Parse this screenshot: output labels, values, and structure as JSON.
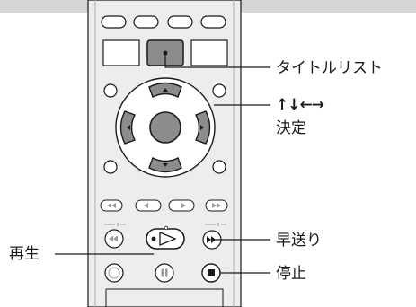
{
  "callouts": {
    "title_list": "タイトルリスト",
    "arrows": "↑↓←→",
    "enter": "決定",
    "play": "再生",
    "fast_forward": "早送り",
    "stop": "停止"
  },
  "colors": {
    "background_band": "#d6d6d6",
    "remote_body": "#ededed",
    "remote_outline": "#1a1a1a",
    "button_fill": "#ffffff",
    "highlight_fill": "#8c8c8c",
    "leader_line": "#1a1a1a"
  },
  "icons": [
    "remote-control-illustration",
    "previous-track-icon",
    "rewind-icon",
    "play-icon",
    "fast-forward-icon",
    "pause-icon",
    "stop-icon",
    "arrow-up-icon",
    "arrow-down-icon",
    "arrow-left-icon",
    "arrow-right-icon"
  ]
}
